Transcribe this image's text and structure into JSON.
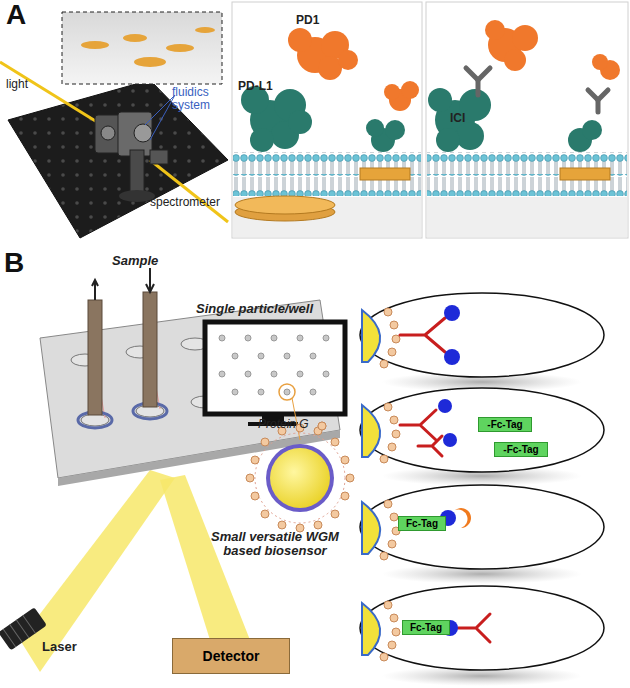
{
  "diagram": {
    "nodes": [
      {
        "text": [
          "Detector"
        ]
      },
      {
        "text": [
          "-Fc-Tag"
        ]
      },
      {
        "text": [
          "-Fc-Tag"
        ]
      },
      {
        "text": [
          "Fc-Tag"
        ]
      },
      {
        "text": [
          "Fc-Tag"
        ]
      }
    ],
    "labels": [
      "A",
      "light",
      "fluidics system",
      "spectrometer",
      "PD1",
      "PD-L1",
      "ICI",
      "B",
      "Sample",
      "Single particle/well",
      "Protein G",
      "Small versatile WGM based biosensor",
      "Laser"
    ]
  }
}
